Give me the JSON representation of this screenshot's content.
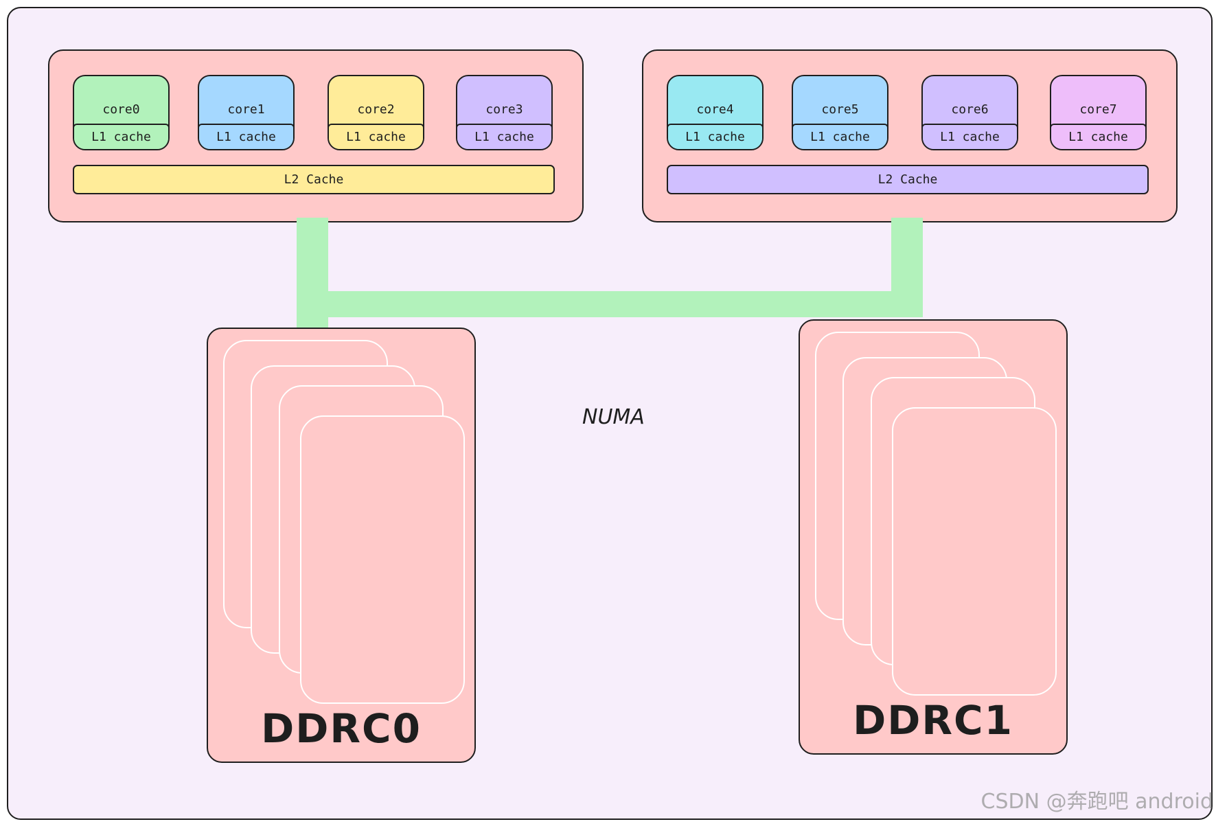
{
  "clusters": [
    {
      "cores": [
        {
          "label": "core0",
          "l1": "L1 cache",
          "color": "#b2f2bb"
        },
        {
          "label": "core1",
          "l1": "L1 cache",
          "color": "#a5d8ff"
        },
        {
          "label": "core2",
          "l1": "L1 cache",
          "color": "#ffec99"
        },
        {
          "label": "core3",
          "l1": "L1 cache",
          "color": "#d0bfff"
        }
      ],
      "l2": {
        "label": "L2 Cache",
        "color": "#ffec99"
      }
    },
    {
      "cores": [
        {
          "label": "core4",
          "l1": "L1 cache",
          "color": "#99e9f2"
        },
        {
          "label": "core5",
          "l1": "L1 cache",
          "color": "#a5d8ff"
        },
        {
          "label": "core6",
          "l1": "L1 cache",
          "color": "#d0bfff"
        },
        {
          "label": "core7",
          "l1": "L1 cache",
          "color": "#eebefa"
        }
      ],
      "l2": {
        "label": "L2 Cache",
        "color": "#d0bfff"
      }
    }
  ],
  "memory": [
    {
      "label": "DDRC0"
    },
    {
      "label": "DDRC1"
    }
  ],
  "center_label": "NUMA",
  "watermark": "CSDN @奔跑吧 android",
  "colors": {
    "background": "#f7eefb",
    "cluster_fill": "#ffc9c9",
    "bus": "#b2f2bb",
    "stroke": "#1e1e1e"
  }
}
